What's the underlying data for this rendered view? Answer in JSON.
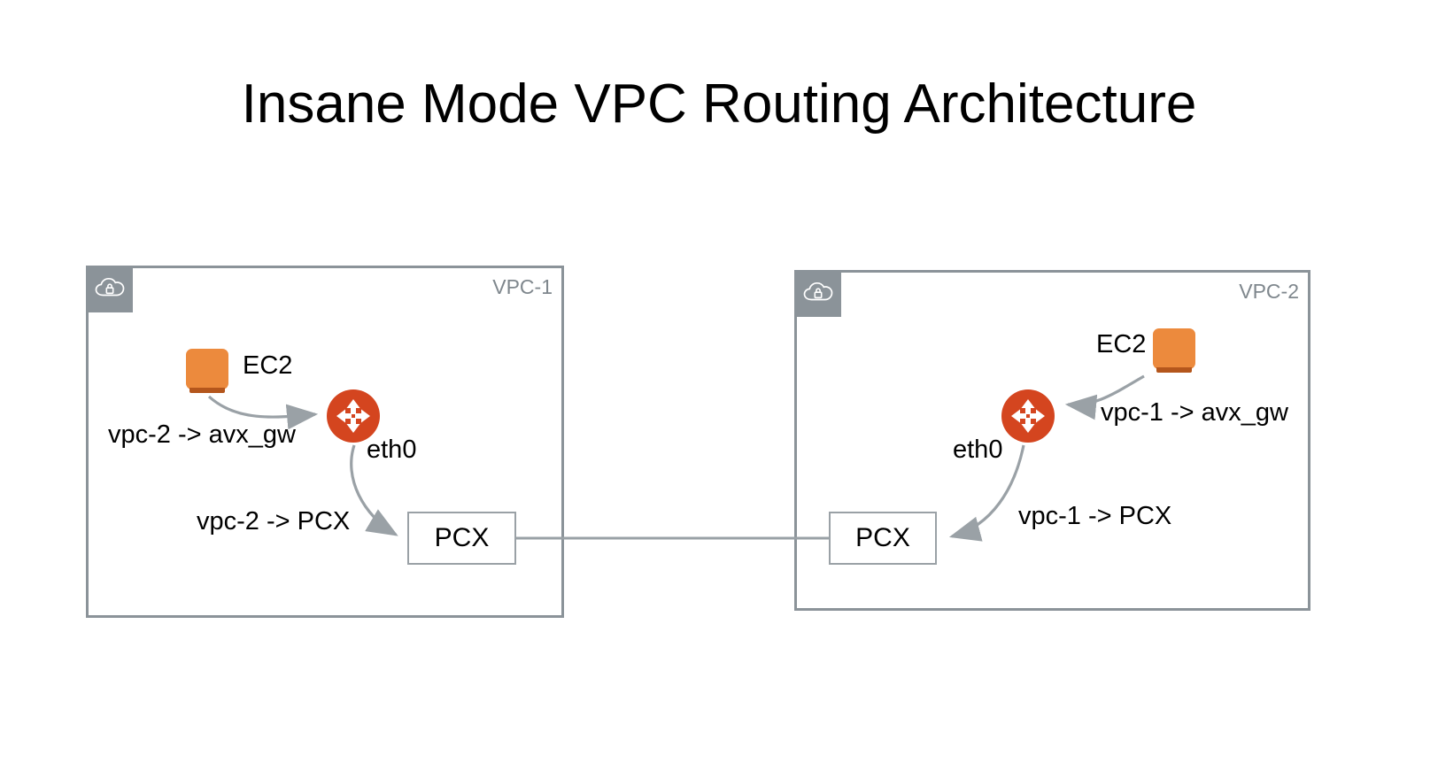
{
  "page": {
    "title": "Insane Mode VPC Routing Architecture",
    "background": "#ffffff"
  },
  "colors": {
    "vpc_border": "#8b9399",
    "vpc_badge": "#8b9399",
    "vpc_label_text": "#7f878d",
    "ec2_orange": "#ec8a3d",
    "ec2_base": "#b4561c",
    "router_red": "#d4451f",
    "edge_gray": "#9aa1a6",
    "pcx_border": "#9aa1a6",
    "text_black": "#000000"
  },
  "vpcs": [
    {
      "id": "vpc-1",
      "label": "VPC-1",
      "badge_icon": "vpc-cloud-lock-icon",
      "ec2": {
        "label": "EC2",
        "icon": "ec2-instance-icon"
      },
      "router": {
        "icon": "router-icon",
        "interface_label": "eth0"
      },
      "pcx": {
        "label": "PCX"
      },
      "routes": [
        {
          "name": "route-to-avx-gw",
          "text": "vpc-2 -> avx_gw"
        },
        {
          "name": "route-to-pcx",
          "text": "vpc-2 -> PCX"
        }
      ]
    },
    {
      "id": "vpc-2",
      "label": "VPC-2",
      "badge_icon": "vpc-cloud-lock-icon",
      "ec2": {
        "label": "EC2",
        "icon": "ec2-instance-icon"
      },
      "router": {
        "icon": "router-icon",
        "interface_label": "eth0"
      },
      "pcx": {
        "label": "PCX"
      },
      "routes": [
        {
          "name": "route-to-avx-gw",
          "text": "vpc-1 -> avx_gw"
        },
        {
          "name": "route-to-pcx",
          "text": "vpc-1 -> PCX"
        }
      ]
    }
  ],
  "connection": {
    "name": "pcx-peering-link",
    "from": "vpc-1 PCX",
    "to": "vpc-2 PCX"
  }
}
